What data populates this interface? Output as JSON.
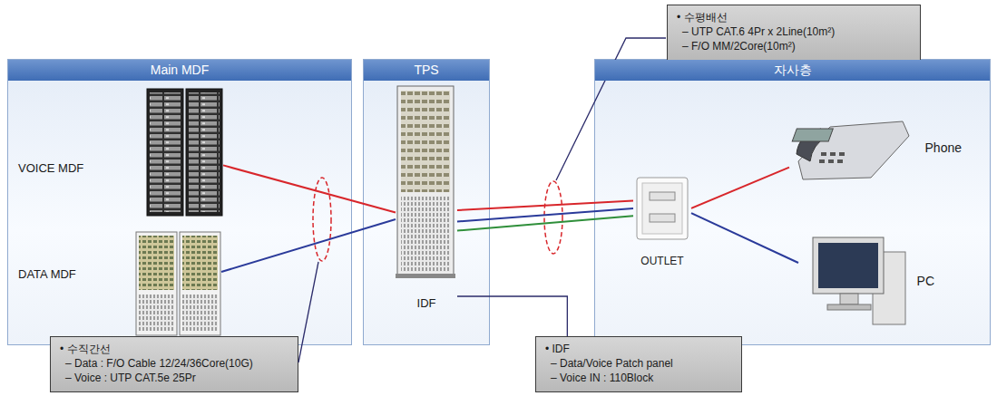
{
  "diagram": {
    "nodes": [
      {
        "text": [
          "Main MDF"
        ]
      },
      {
        "text": [
          "VOICE MDF"
        ],
        "in": 0
      },
      {
        "text": [
          "DATA MDF"
        ],
        "in": 0
      },
      {
        "text": [
          "TPS"
        ]
      },
      {
        "text": [
          "IDF"
        ],
        "in": 3
      },
      {
        "text": [
          "자사층"
        ]
      },
      {
        "text": [
          "OUTLET"
        ],
        "in": 5
      },
      {
        "text": [
          "Phone"
        ],
        "in": 5
      },
      {
        "text": [
          "PC"
        ],
        "in": 5
      },
      {
        "text": [
          "• 수평배선",
          "– UTP CAT.6 4Pr x 2Line(10m²)",
          "– F/O MM/2Core(10m²)"
        ]
      },
      {
        "text": [
          "• 수직간선",
          "– Data : F/O Cable 12/24/36Core(10G)",
          "– Voice : UTP CAT.5e 25Pr"
        ]
      },
      {
        "text": [
          "• IDF",
          "– Data/Voice Patch panel",
          "– Voice IN : 110Block"
        ]
      }
    ],
    "edges": [
      {
        "from": 1,
        "to": 4,
        "arrow": "none"
      },
      {
        "from": 2,
        "to": 4,
        "arrow": "none"
      },
      {
        "from": 4,
        "to": 6,
        "arrow": "none"
      },
      {
        "from": 4,
        "to": 6,
        "arrow": "none"
      },
      {
        "from": 4,
        "to": 6,
        "arrow": "none"
      },
      {
        "from": 6,
        "to": 7,
        "arrow": "none"
      },
      {
        "from": 6,
        "to": 8,
        "arrow": "none"
      },
      {
        "from": 4,
        "to": 11,
        "arrow": "none"
      }
    ]
  }
}
